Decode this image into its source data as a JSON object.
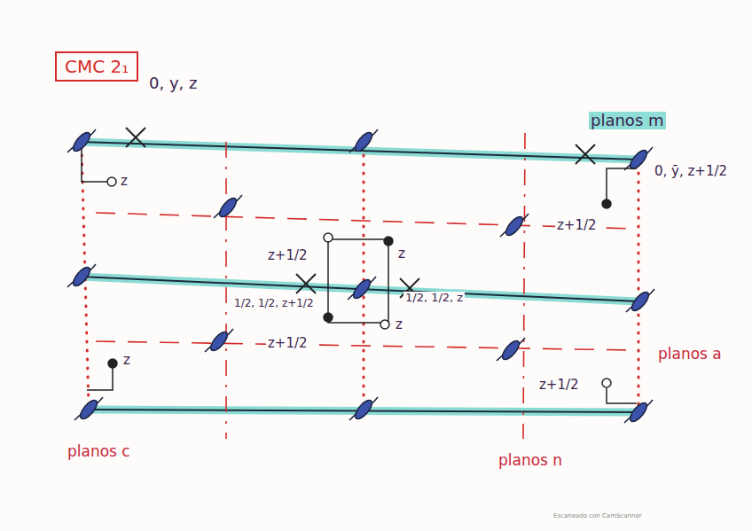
{
  "diagram": {
    "title": "CMC 2₁",
    "labels": [
      "0, y, z",
      "z",
      "planos m",
      "0, ȳ, z+1/2",
      "z+1/2",
      "z+1/2",
      "z",
      "1/2, 1/2, z+1/2",
      "1/2, 1/2, z",
      "z",
      "z+1/2",
      "planos a",
      "z",
      "z+1/2",
      "planos c",
      "planos n",
      "Escaneado con CamScanner"
    ]
  }
}
